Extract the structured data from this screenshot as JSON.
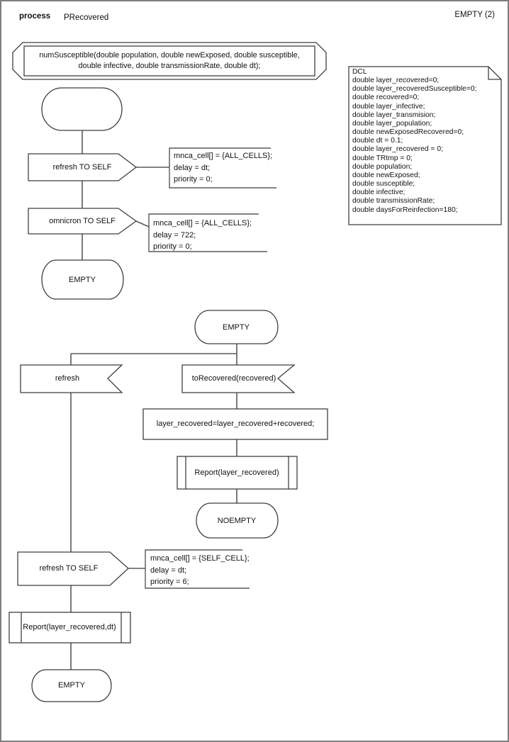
{
  "header": {
    "kind_label": "process",
    "process_name": "PRecovered",
    "page_label": "EMPTY (2)"
  },
  "procedure_declaration": {
    "lines": [
      "numSusceptible(double population, double newExposed, double susceptible,",
      "double infective, double transmissionRate, double dt);"
    ]
  },
  "dcl": {
    "lines": [
      "DCL",
      "double layer_recovered=0;",
      "double layer_recoveredSusceptible=0;",
      "double recovered=0;",
      "double layer_infective;",
      "double layer_transmision;",
      "double layer_population;",
      "double newExposedRecovered=0;",
      "double dt = 0.1;",
      "double layer_recovered = 0;",
      "double TRtmp = 0;",
      "double population;",
      "double newExposed;",
      "double susceptible;",
      "double infective;",
      "double transmissionRate;",
      "double daysForReinfection=180;"
    ]
  },
  "nodes": {
    "output_refresh_self_1": "refresh TO SELF",
    "output_omnicron_self": "omnicron TO SELF",
    "state_empty_1": "EMPTY",
    "state_empty_2": "EMPTY",
    "input_refresh": "refresh",
    "input_to_recovered": "toRecovered(recovered)",
    "task_layer_recovered": "layer_recovered=layer_recovered+recovered;",
    "call_report_1": "Report(layer_recovered)",
    "state_noempty": "NOEMPTY",
    "output_refresh_self_2": "refresh TO SELF",
    "call_report_2": "Report(layer_recovered,dt)",
    "state_empty_3": "EMPTY"
  },
  "comments": {
    "c1": {
      "lines": [
        "mnca_cell[] = {ALL_CELLS};",
        "delay = dt;",
        "priority = 0;"
      ]
    },
    "c2": {
      "lines": [
        "mnca_cell[] = {ALL_CELLS};",
        "delay = 722;",
        "priority = 0;"
      ]
    },
    "c3": {
      "lines": [
        "mnca_cell[] = {SELF_CELL};",
        "delay = dt;",
        "priority = 6;"
      ]
    }
  },
  "colors": {
    "shape_stroke": "#3f3f3f",
    "connector": "#595959",
    "comment_stroke": "#595959",
    "page_border": "#7f7f7f",
    "fill": "#ffffff"
  }
}
